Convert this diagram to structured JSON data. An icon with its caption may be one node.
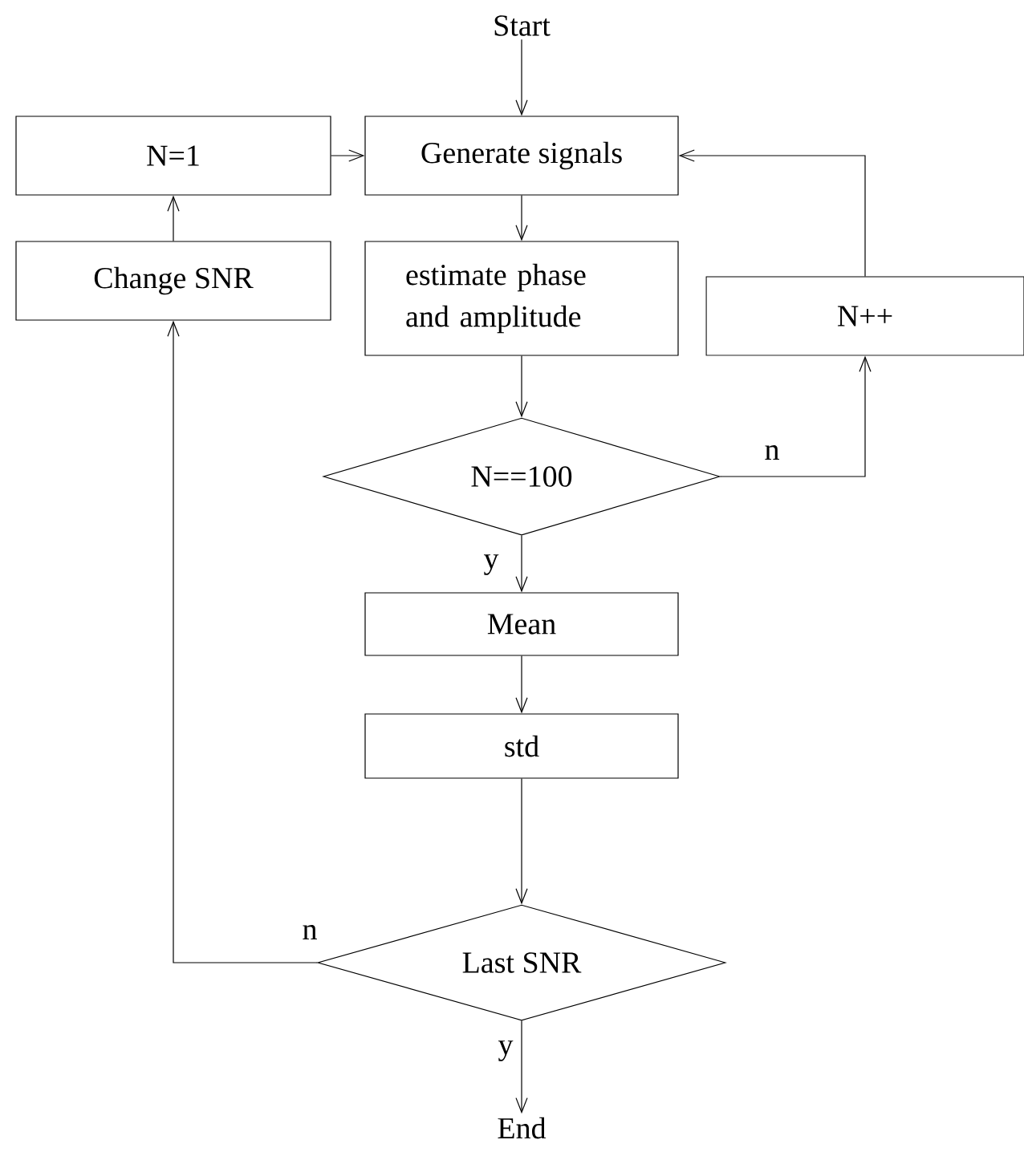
{
  "diagram": {
    "nodes": [
      {
        "text": [
          "Start"
        ]
      },
      {
        "text": [
          "N=1"
        ]
      },
      {
        "text": [
          "Generate signals"
        ]
      },
      {
        "text": [
          "Change SNR"
        ]
      },
      {
        "text": [
          "estimate phase and amplitude"
        ]
      },
      {
        "text": [
          "N++"
        ]
      },
      {
        "text": [
          "N==100"
        ]
      },
      {
        "text": [
          "Mean"
        ]
      },
      {
        "text": [
          "std"
        ]
      },
      {
        "text": [
          "Last SNR"
        ]
      },
      {
        "text": [
          "End"
        ]
      }
    ],
    "edges": [
      {
        "from": 0,
        "to": 2,
        "arrow": "to"
      },
      {
        "from": 1,
        "to": 2,
        "arrow": "to"
      },
      {
        "from": 2,
        "to": 4,
        "arrow": "to"
      },
      {
        "from": 4,
        "to": 6,
        "arrow": "to"
      },
      {
        "from": 6,
        "to": 5,
        "arrow": "to",
        "label": "n"
      },
      {
        "from": 5,
        "to": 2,
        "arrow": "to"
      },
      {
        "from": 6,
        "to": 7,
        "arrow": "to",
        "label": "y"
      },
      {
        "from": 7,
        "to": 8,
        "arrow": "to"
      },
      {
        "from": 8,
        "to": 9,
        "arrow": "to"
      },
      {
        "from": 9,
        "to": 3,
        "arrow": "to",
        "label": "n"
      },
      {
        "from": 3,
        "to": 1,
        "arrow": "to"
      },
      {
        "from": 9,
        "to": 10,
        "arrow": "to",
        "label": "y"
      }
    ]
  }
}
